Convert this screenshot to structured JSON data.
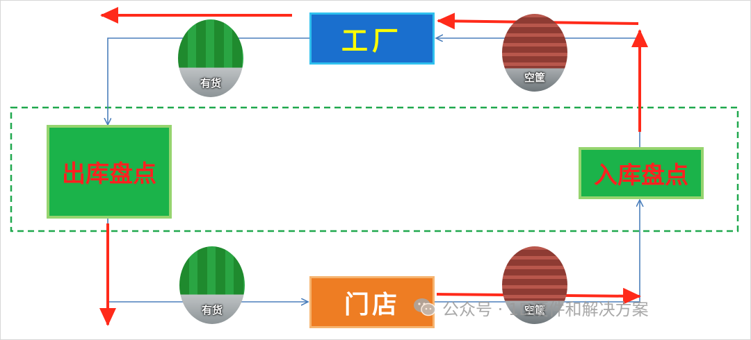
{
  "nodes": {
    "factory": "工厂",
    "outbound_count": "出库盘点",
    "inbound_count": "入库盘点",
    "store": "门店"
  },
  "pallets": {
    "loaded_top": "有货",
    "empty_top": "空筐",
    "loaded_bottom": "有货",
    "empty_bottom": "空筐"
  },
  "watermark": {
    "text": "公众号 · 1D硬件和解决方案"
  },
  "colors": {
    "factory_fill": "#1a6fce",
    "factory_text": "#ffff00",
    "count_fill": "#1bb34a",
    "count_text": "#ff2020",
    "store_fill": "#ee7d23",
    "connector": "#4a7ebb",
    "flow_arrow": "#ff2a1a",
    "zone_border": "#1fa84d"
  }
}
